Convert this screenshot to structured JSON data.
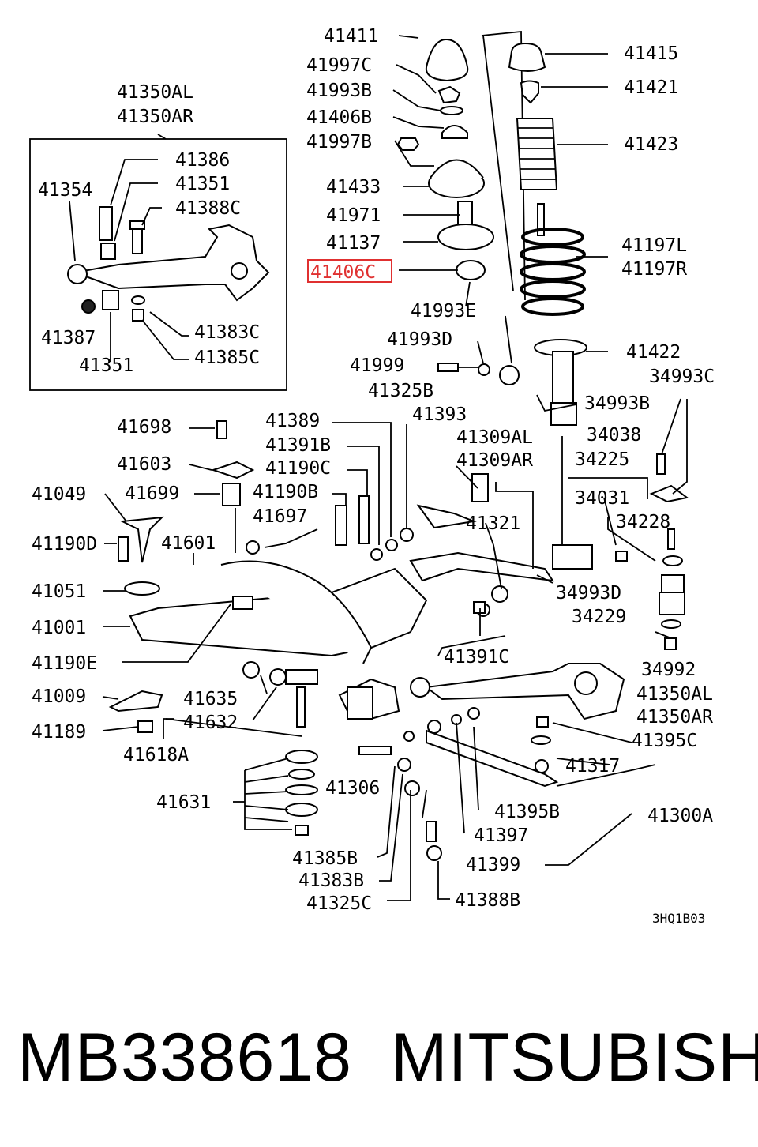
{
  "labels": {
    "p41411": "41411",
    "p41997C": "41997C",
    "p41993B": "41993B",
    "p41406B": "41406B",
    "p41997B": "41997B",
    "p41433": "41433",
    "p41971": "41971",
    "p41137": "41137",
    "p41406C": "41406C",
    "p41993E": "41993E",
    "p41993D": "41993D",
    "p41999": "41999",
    "p41325B": "41325B",
    "p41415": "41415",
    "p41421": "41421",
    "p41423": "41423",
    "p41197L": "41197L",
    "p41197R": "41197R",
    "p41422": "41422",
    "p34993C": "34993C",
    "p34993B": "34993B",
    "p41350AL_top": "41350AL",
    "p41350AR_top": "41350AR",
    "p41386": "41386",
    "p41354": "41354",
    "p41351_a": "41351",
    "p41388C": "41388C",
    "p41387": "41387",
    "p41383C": "41383C",
    "p41351_b": "41351",
    "p41385C": "41385C",
    "p41698": "41698",
    "p41389": "41389",
    "p41393": "41393",
    "p41391B": "41391B",
    "p41309AL": "41309AL",
    "p41309AR": "41309AR",
    "p34038": "34038",
    "p41603": "41603",
    "p41190C": "41190C",
    "p34225": "34225",
    "p41049": "41049",
    "p41699": "41699",
    "p41190B": "41190B",
    "p34031": "34031",
    "p41697": "41697",
    "p41321": "41321",
    "p34228": "34228",
    "p41190D": "41190D",
    "p41601": "41601",
    "p41051": "41051",
    "p34993D": "34993D",
    "p34229": "34229",
    "p41001": "41001",
    "p41391C": "41391C",
    "p41190E": "41190E",
    "p34992": "34992",
    "p41350AL_bot": "41350AL",
    "p41350AR_bot": "41350AR",
    "p41009": "41009",
    "p41635": "41635",
    "p41632": "41632",
    "p41395C": "41395C",
    "p41189": "41189",
    "p41618A": "41618A",
    "p41317": "41317",
    "p41306": "41306",
    "p41631": "41631",
    "p41395B": "41395B",
    "p41300A": "41300A",
    "p41397": "41397",
    "p41385B": "41385B",
    "p41399": "41399",
    "p41383B": "41383B",
    "p41325C": "41325C",
    "p41388B": "41388B"
  },
  "diagram_code": "3HQ1B03",
  "footer": {
    "part_number": "MB338618",
    "brand": "MITSUBISHI"
  },
  "colors": {
    "highlight": "#e03030",
    "ink": "#000000",
    "background": "#ffffff"
  }
}
